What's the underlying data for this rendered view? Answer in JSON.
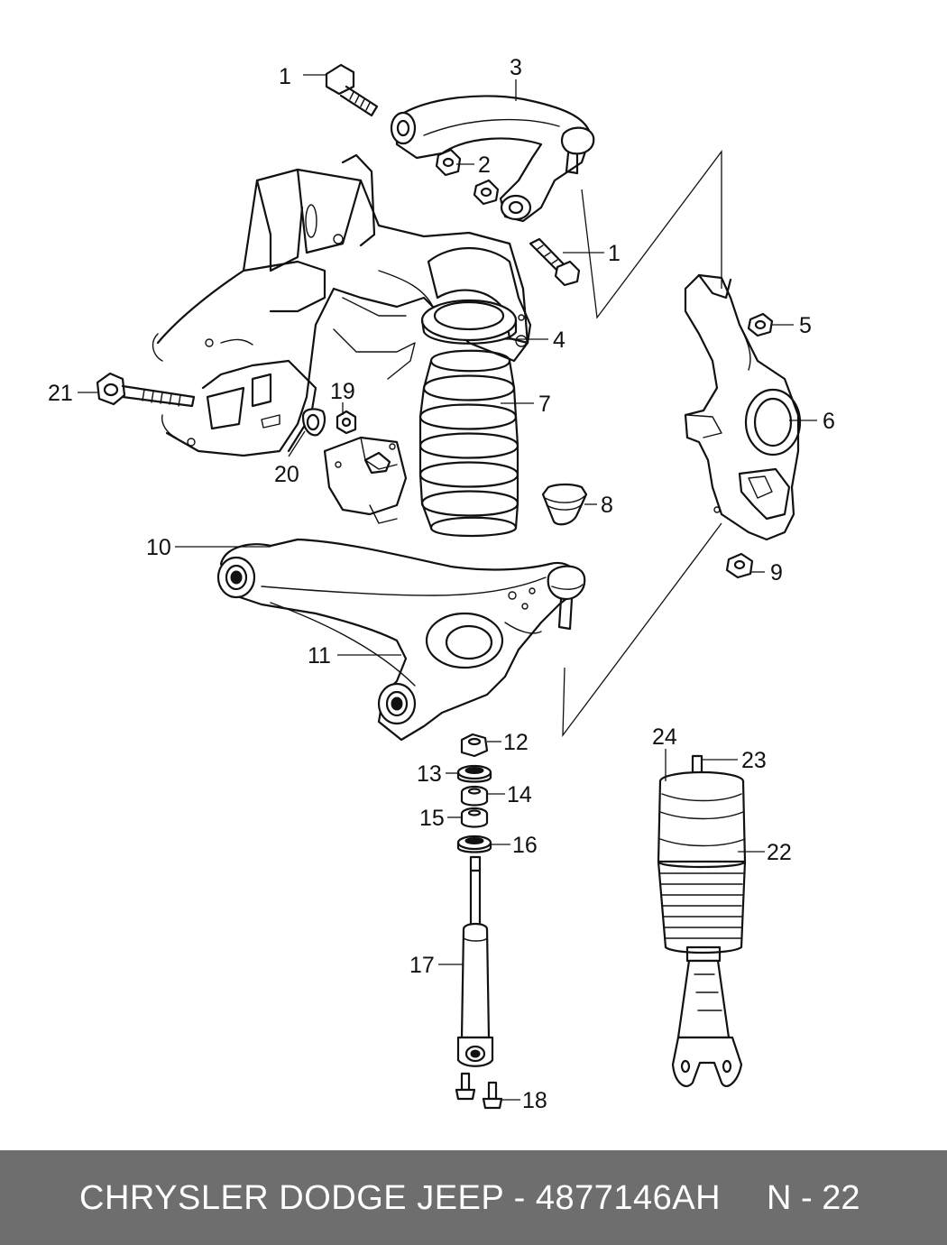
{
  "callouts": {
    "c1a": "1",
    "c1b": "1",
    "c2": "2",
    "c3": "3",
    "c4": "4",
    "c5": "5",
    "c6": "6",
    "c7": "7",
    "c8": "8",
    "c9": "9",
    "c10": "10",
    "c11": "11",
    "c12": "12",
    "c13": "13",
    "c14": "14",
    "c15": "15",
    "c16": "16",
    "c17": "17",
    "c18": "18",
    "c19": "19",
    "c20": "20",
    "c21": "21",
    "c22": "22",
    "c23": "23",
    "c24": "24"
  },
  "footer": {
    "title": "CHRYSLER DODGE JEEP - 4877146AH",
    "page": "N - 22"
  }
}
